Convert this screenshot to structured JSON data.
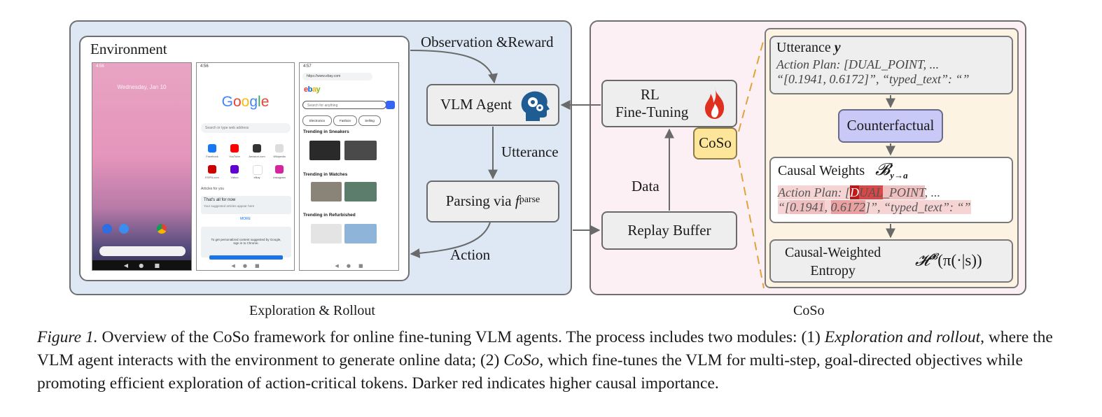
{
  "left_panel": {
    "environment_label": "Environment",
    "observation_reward_label": "Observation &Reward",
    "utterance_label": "Utterance",
    "action_label": "Action",
    "vlm_agent_label": "VLM Agent",
    "parsing_label": "Parsing via",
    "parsing_fn": "f",
    "parsing_superscript": "parse",
    "caption": "Exploration & Rollout"
  },
  "phones": {
    "home": {
      "time": "4:56",
      "date": "Wednesday, Jan 10"
    },
    "browser": {
      "time": "4:56",
      "logo": "Google",
      "search_placeholder": "Search or type web address",
      "shortcuts": [
        "Facebook",
        "YouTube",
        "Amazon.com",
        "Wikipedia",
        "ESPN.com",
        "Yahoo",
        "eBay",
        "Instagram"
      ],
      "articles_header": "Articles for you",
      "all_for_now": "That's all for now",
      "all_for_now_sub": "Your suggested articles appear here",
      "more": "MORE",
      "chrome_msg": "To get personalized content suggested by Google, sign in to Chrome."
    },
    "ebay": {
      "time": "4:57",
      "url": "https://www.ebay.com",
      "logo": "ebay",
      "search_placeholder": "Search for anything",
      "chips": [
        "Electronics",
        "Fashion",
        "Selling"
      ],
      "sections": [
        "Trending in Sneakers",
        "Trending in Watches",
        "Trending in Refurbished"
      ]
    }
  },
  "right_panel": {
    "rl_line1": "RL",
    "rl_line2": "Fine-Tuning",
    "coso_badge": "CoSo",
    "data_label": "Data",
    "replay_buffer_label": "Replay Buffer",
    "caption": "CoSo",
    "utterance_title": "Utterance",
    "utterance_symbol": "y",
    "utterance_line1": "Action Plan: [DUAL_POINT,  ...",
    "utterance_line2": "“[0.1941, 0.6172]”, “typed_text”: “”",
    "counterfactual_label": "Counterfactual",
    "causal_weights_title": "Causal Weights",
    "causal_weights_symbol": "𝓑",
    "causal_weights_sub": "y→a",
    "cw_line1_parts": [
      "Action Plan: [",
      "D",
      "UAL",
      "_POINT",
      ",  ..."
    ],
    "cw_line2_parts": [
      "“[",
      "0.1941",
      ", ",
      "0.6172",
      "]”, “typed_text”: “”"
    ],
    "entropy_line1": "Causal-Weighted",
    "entropy_line2": "Entropy",
    "entropy_formula": "𝓗",
    "entropy_sup": "𝓑",
    "entropy_arg": "(π(·|s))"
  },
  "caption": {
    "figure_label": "Figure 1.",
    "t1": " Overview of the CoSo framework for online fine-tuning VLM agents. The process includes two modules: (1) ",
    "t2": "Exploration and rollout",
    "t3": ", where the VLM agent interacts with the environment to generate online data; (2) ",
    "t4": "CoSo",
    "t5": ", which fine-tunes the VLM for multi-step, goal-directed objectives while promoting efficient exploration of action-critical tokens. Darker red indicates higher causal importance."
  },
  "colors": {
    "left_bg": "#dde8f4",
    "right_bg": "#fdf0f4",
    "inner_bg": "#fdf3e2",
    "counterfactual_bg": "#c9c9f7",
    "coso_badge_bg": "#fde69a",
    "flame": "#e03020",
    "brain": "#1f5c94",
    "dash": "#e0a23a"
  },
  "icons": [
    "brain-gear-icon",
    "flame-icon"
  ]
}
